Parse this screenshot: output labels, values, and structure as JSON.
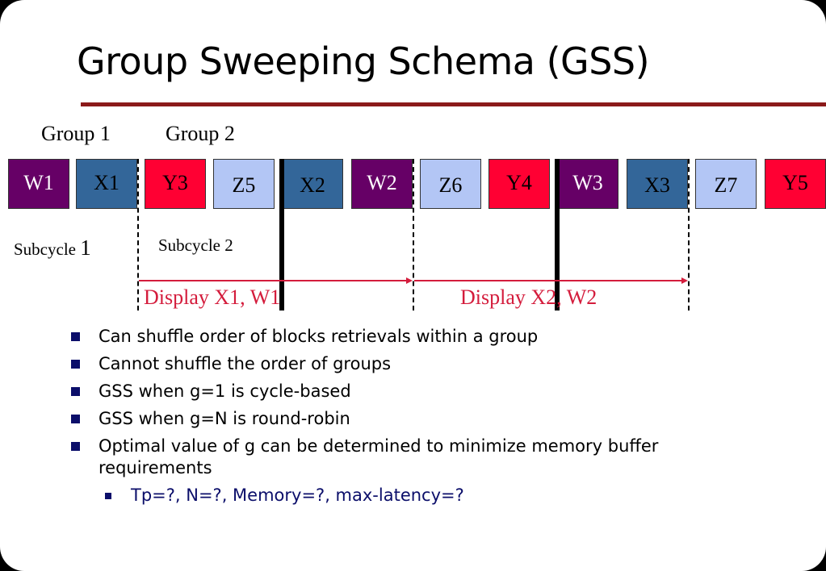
{
  "title": "Group Sweeping Schema (GSS)",
  "colors": {
    "title_rule": "#8b1a1a",
    "block_w": "#660066",
    "block_x": "#336699",
    "block_y": "#ff0033",
    "block_z": "#b3c6f5",
    "display_text": "#d41c3c",
    "bullet_square": "#0b0e6a"
  },
  "groups": [
    "Group 1",
    "Group 2"
  ],
  "blocks": [
    {
      "label": "W1",
      "kind": "w"
    },
    {
      "label": "X1",
      "kind": "x"
    },
    {
      "label": "Y3",
      "kind": "y"
    },
    {
      "label": "Z5",
      "kind": "z"
    },
    {
      "label": "X2",
      "kind": "x"
    },
    {
      "label": "W2",
      "kind": "w"
    },
    {
      "label": "Z6",
      "kind": "z"
    },
    {
      "label": "Y4",
      "kind": "y"
    },
    {
      "label": "W3",
      "kind": "w"
    },
    {
      "label": "X3",
      "kind": "x"
    },
    {
      "label": "Z7",
      "kind": "z"
    },
    {
      "label": "Y5",
      "kind": "y"
    }
  ],
  "subcycles": {
    "first_word": "Subcycle",
    "first_num": "1",
    "second": "Subcycle 2"
  },
  "displays": [
    "Display X1, W1",
    "Display X2, W2"
  ],
  "bullets": [
    "Can shuffle order of  blocks retrievals within a group",
    "Cannot shuffle the order of groups",
    "GSS when g=1 is cycle-based",
    "GSS when g=N is round-robin",
    "Optimal value of g can be determined to minimize memory buffer requirements"
  ],
  "sub_bullets": [
    "Tp=?, N=?, Memory=?, max-latency=?"
  ]
}
